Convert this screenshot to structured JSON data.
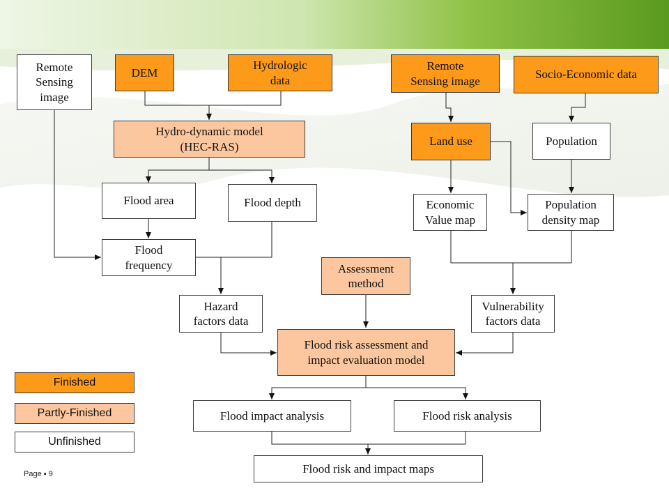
{
  "nodes": {
    "rs_image_left": "Remote\nSensing\nimage",
    "dem": "DEM",
    "hydrologic": "Hydrologic\ndata",
    "rs_image_right": "Remote\nSensing image",
    "socio": "Socio-Economic data",
    "hydro_model": "Hydro-dynamic model\n(HEC-RAS)",
    "land_use": "Land use",
    "population": "Population",
    "flood_area": "Flood area",
    "flood_depth": "Flood depth",
    "economic": "Economic\nValue map",
    "pop_density": "Population\ndensity map",
    "flood_freq": "Flood\nfrequency",
    "assessment": "Assessment\nmethod",
    "hazard": "Hazard\nfactors data",
    "vulnerability": "Vulnerability\nfactors data",
    "risk_model": "Flood risk  assessment and\nimpact evaluation model",
    "impact_analysis": "Flood impact analysis",
    "risk_analysis": "Flood risk analysis",
    "maps": "Flood risk and impact maps"
  },
  "legend": {
    "finished": "Finished",
    "partly": "Partly-Finished",
    "unfinished": "Unfinished"
  },
  "footer": {
    "page_label": "Page ▪ 9"
  },
  "colors": {
    "finished": "#fe9a1a",
    "partly_finished": "#fcc79e",
    "unfinished": "#ffffff",
    "banner_green": "#7db83a"
  }
}
